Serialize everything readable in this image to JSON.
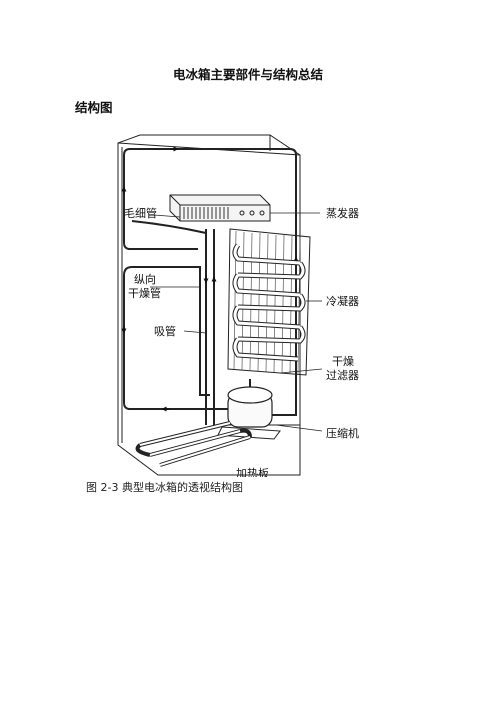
{
  "document": {
    "title": "电冰箱主要部件与结构总结",
    "section_heading": "结构图",
    "figure_caption": "图 2-3 典型电冰箱的透视结构图"
  },
  "figure": {
    "labels": {
      "capillary": "毛细管",
      "evaporator": "蒸发器",
      "longitudinal_dryer_line1": "纵向",
      "longitudinal_dryer_line2": "干燥管",
      "suction_pipe": "吸管",
      "condenser": "冷凝器",
      "filter_dryer_line1": "干燥",
      "filter_dryer_line2": "过滤器",
      "compressor": "压缩机",
      "heater_plate": "加热板"
    }
  }
}
